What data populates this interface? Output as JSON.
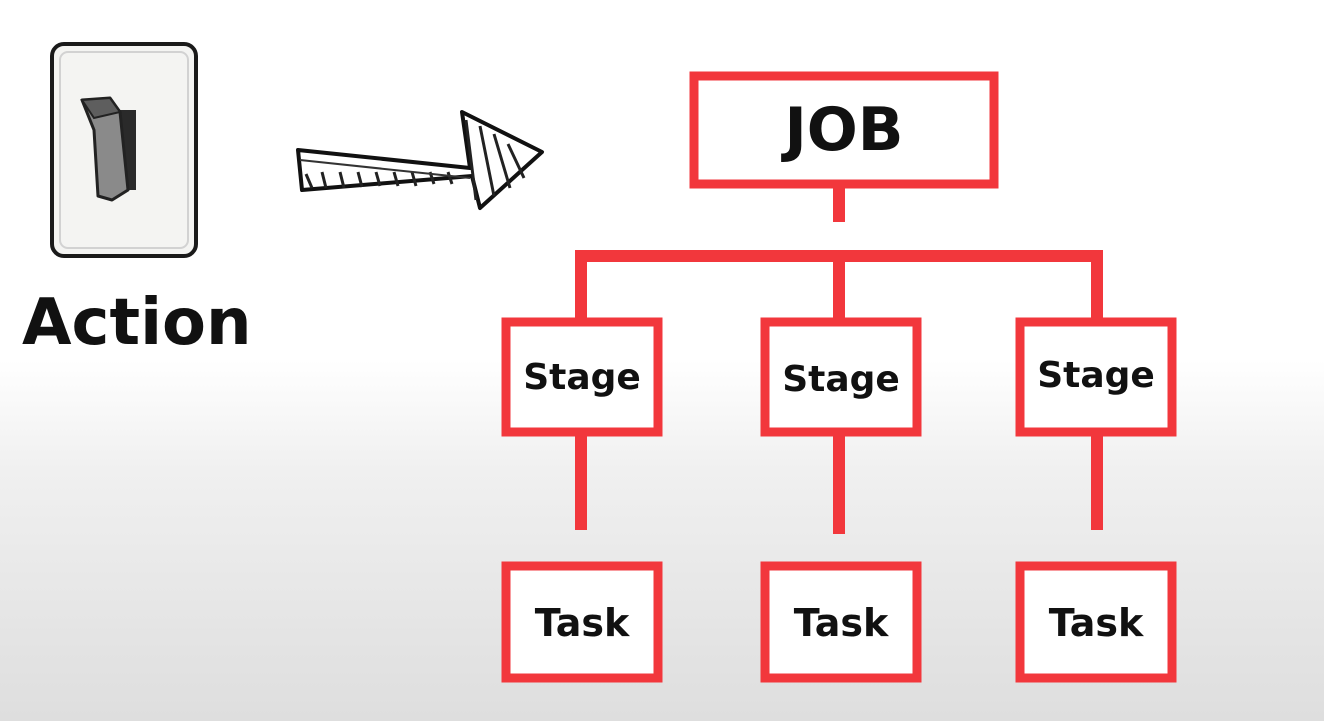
{
  "action": {
    "label": "Action",
    "icon": "light-switch-icon"
  },
  "arrow": {
    "icon": "sketch-arrow-right-icon"
  },
  "hierarchy": {
    "job": {
      "label": "JOB"
    },
    "stages": [
      {
        "label": "Stage",
        "task": {
          "label": "Task"
        }
      },
      {
        "label": "Stage",
        "task": {
          "label": "Task"
        }
      },
      {
        "label": "Stage",
        "task": {
          "label": "Task"
        }
      }
    ]
  },
  "colors": {
    "box_stroke": "#f2373c",
    "text": "#111111",
    "switch_plate": "#f4f4f2",
    "toggle": "#8a8a8a"
  }
}
